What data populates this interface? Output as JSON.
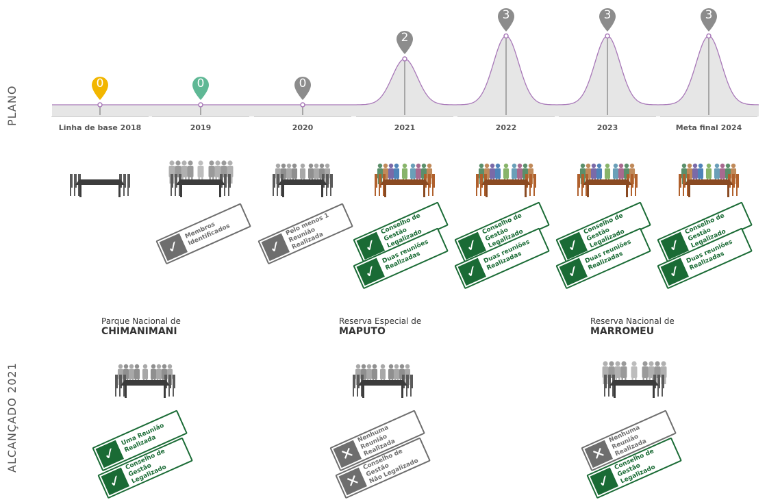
{
  "side_labels": {
    "plan": "PLANO",
    "achieved": "ALCANÇADO 2021"
  },
  "colors": {
    "green": "#1a6b35",
    "gray": "#6e6e6e",
    "yellow": "#f2b600",
    "teal": "#5fb895",
    "pin_gray": "#8c8c8c",
    "curve": "#a878b8",
    "fill": "#e6e6e6"
  },
  "timeline": [
    {
      "year": "Linha de base 2018",
      "value": 0,
      "pin_color": "yellow"
    },
    {
      "year": "2019",
      "value": 0,
      "pin_color": "teal"
    },
    {
      "year": "2020",
      "value": 0,
      "pin_color": "gray"
    },
    {
      "year": "2021",
      "value": 2,
      "pin_color": "gray"
    },
    {
      "year": "2022",
      "value": 3,
      "pin_color": "gray"
    },
    {
      "year": "2023",
      "value": 3,
      "pin_color": "gray"
    },
    {
      "year": "Meta final 2024",
      "value": 3,
      "pin_color": "gray"
    }
  ],
  "plan_icons": [
    {
      "icon": "empty-meeting-table-icon",
      "people": "none"
    },
    {
      "icon": "people-standing-by-table-icon",
      "people": "gray-standing"
    },
    {
      "icon": "people-seated-at-table-icon",
      "people": "gray-seated"
    },
    {
      "icon": "colored-meeting-icon",
      "people": "colored"
    },
    {
      "icon": "colored-meeting-icon",
      "people": "colored"
    },
    {
      "icon": "colored-meeting-icon",
      "people": "colored"
    },
    {
      "icon": "colored-meeting-icon",
      "people": "colored"
    }
  ],
  "plan_stamps": [
    [],
    [
      {
        "status": "gray",
        "mark": "check",
        "line1": "Membros",
        "line2": "Identificados"
      }
    ],
    [
      {
        "status": "gray",
        "mark": "check",
        "line1": "Pelo menos 1",
        "line2": "Reunião Realizada"
      }
    ],
    [
      {
        "status": "green",
        "mark": "check",
        "line1": "Conselho de Gestão",
        "line2": "Legalizado"
      },
      {
        "status": "green",
        "mark": "check",
        "line1": "Duas reuniões",
        "line2": "Realizadas"
      }
    ],
    [
      {
        "status": "green",
        "mark": "check",
        "line1": "Conselho de Gestão",
        "line2": "Legalizado"
      },
      {
        "status": "green",
        "mark": "check",
        "line1": "Duas reuniões",
        "line2": "Realizadas"
      }
    ],
    [
      {
        "status": "green",
        "mark": "check",
        "line1": "Conselho de Gestão",
        "line2": "Legalizado"
      },
      {
        "status": "green",
        "mark": "check",
        "line1": "Duas reuniões",
        "line2": "Realizadas"
      }
    ],
    [
      {
        "status": "green",
        "mark": "check",
        "line1": "Conselho de Gestão",
        "line2": "Legalizado"
      },
      {
        "status": "green",
        "mark": "check",
        "line1": "Duas reuniões",
        "line2": "Realizadas"
      }
    ]
  ],
  "sites": [
    {
      "pre": "Parque Nacional de",
      "name": "CHIMANIMANI",
      "people": "gray-seated",
      "stamps": [
        {
          "status": "green",
          "mark": "check",
          "line1": "Uma Reunião",
          "line2": "Realizada"
        },
        {
          "status": "green",
          "mark": "check",
          "line1": "Conselho de Gestão",
          "line2": "Legalizado"
        }
      ]
    },
    {
      "pre": "Reserva Especial de",
      "name": "MAPUTO",
      "people": "gray-seated",
      "stamps": [
        {
          "status": "gray",
          "mark": "cross",
          "line1": "Nenhuma",
          "line2": "Reunião Realizada"
        },
        {
          "status": "gray",
          "mark": "cross",
          "line1": "Conselho de Gestão",
          "line2": "Não Legalizado"
        }
      ]
    },
    {
      "pre": "Reserva Nacional de",
      "name": "MARROMEU",
      "people": "gray-standing",
      "stamps": [
        {
          "status": "gray",
          "mark": "cross",
          "line1": "Nenhuma",
          "line2": "Reunião Realizada"
        },
        {
          "status": "green",
          "mark": "check",
          "line1": "Conselho de Gestão",
          "line2": "Legalizado"
        }
      ]
    }
  ]
}
